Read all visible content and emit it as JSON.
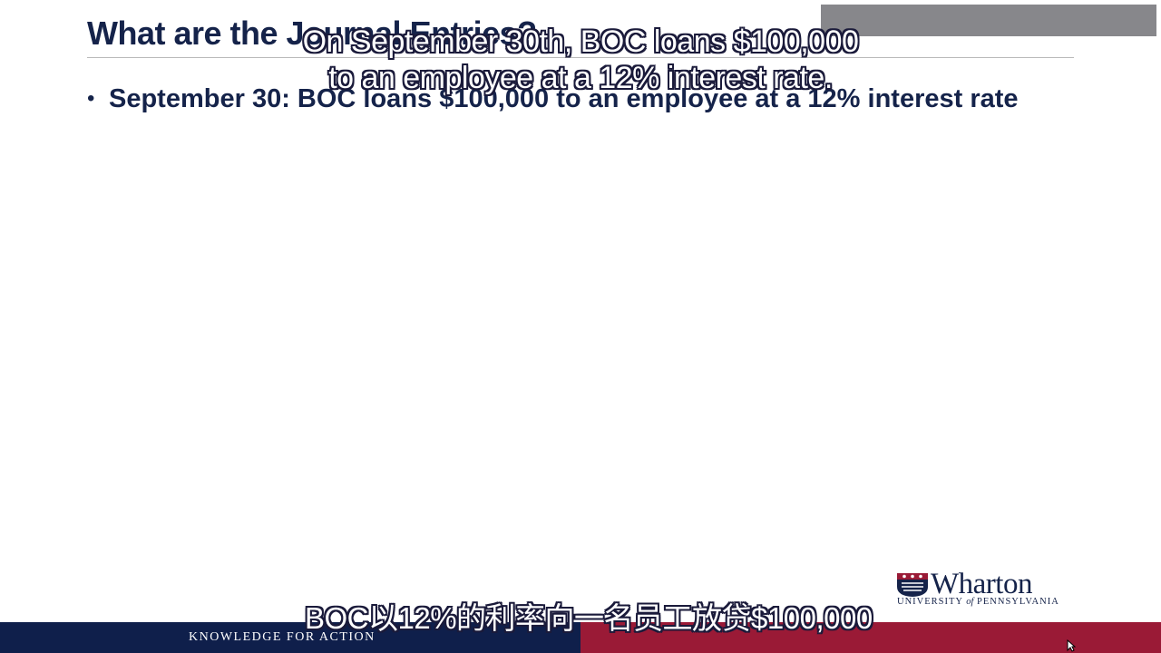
{
  "slide": {
    "title": "What are the Journal Entries?",
    "bullets": [
      "September 30: BOC loans $100,000 to an employee at a 12% interest rate"
    ]
  },
  "subtitles": {
    "english_line_1": "On September 30th, BOC loans $100,000",
    "english_line_2": "to an employee at a 12% interest rate.",
    "chinese": "BOC以12%的利率向一名员工放贷$100,000"
  },
  "footer": {
    "tagline": "KNOWLEDGE FOR ACTION"
  },
  "logo": {
    "name": "Wharton",
    "sub_university": "UNIVERSITY",
    "sub_of": "of",
    "sub_penn": "PENNSYLVANIA"
  },
  "colors": {
    "navy": "#15234a",
    "footer_navy": "#0f1f4b",
    "footer_red": "#9a1a36",
    "overlay_gray": "#87878b"
  },
  "icons": {
    "bullet": "bullet-dot",
    "logo_shield": "penn-shield-icon",
    "cursor": "mouse-cursor-icon"
  }
}
